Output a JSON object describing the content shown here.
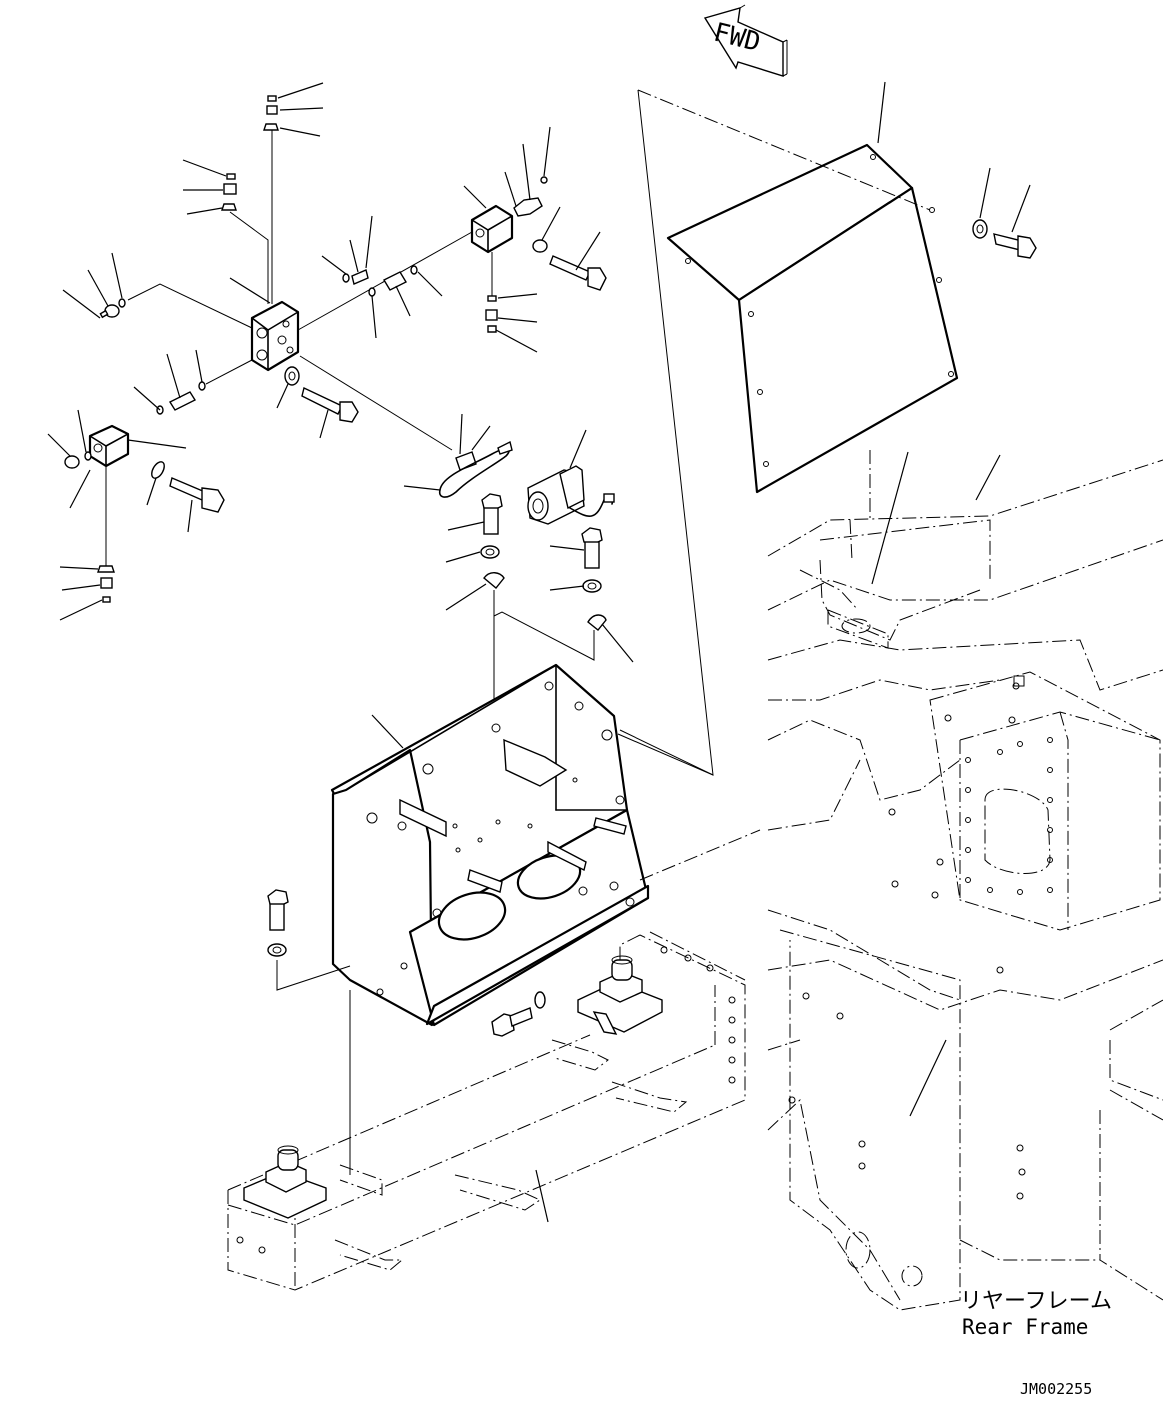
{
  "fwd_arrow": {
    "label": "FWD"
  },
  "rear_frame": {
    "label_jp": "リヤーフレーム",
    "label_en": "Rear Frame"
  },
  "drawing_number": "JM002255"
}
